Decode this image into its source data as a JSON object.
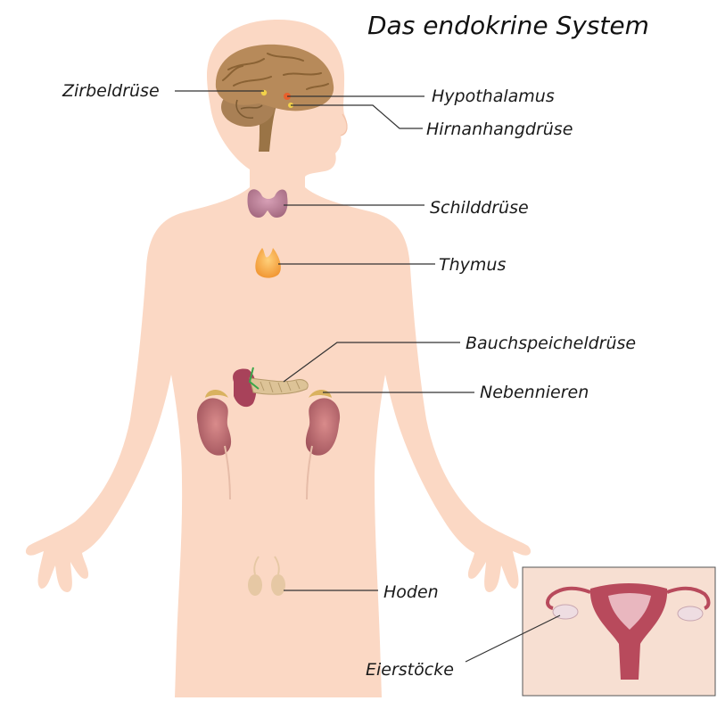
{
  "title": "Das endokrine System",
  "labels": {
    "zirbeldruese": "Zirbeldrüse",
    "hypothalamus": "Hypothalamus",
    "hirnanhangdruese": "Hirnanhangdrüse",
    "schilddruese": "Schilddrüse",
    "thymus": "Thymus",
    "bauchspeicheldruese": "Bauchspeicheldrüse",
    "nebennieren": "Nebennieren",
    "hoden": "Hoden",
    "eierstoecke": "Eierstöcke"
  },
  "colors": {
    "skin": "#fbd8c4",
    "brain": "#b78a5a",
    "thyroid": "#b5788f",
    "thymus": "#f5a54a",
    "kidney": "#b86a6e",
    "adrenal": "#d9b25f",
    "pancreas": "#ddc397",
    "spleen": "#a8425a",
    "testes": "#e6c8a4",
    "uterus": "#b84a5c",
    "ovary": "#eedde2",
    "leader_line": "#333333"
  }
}
